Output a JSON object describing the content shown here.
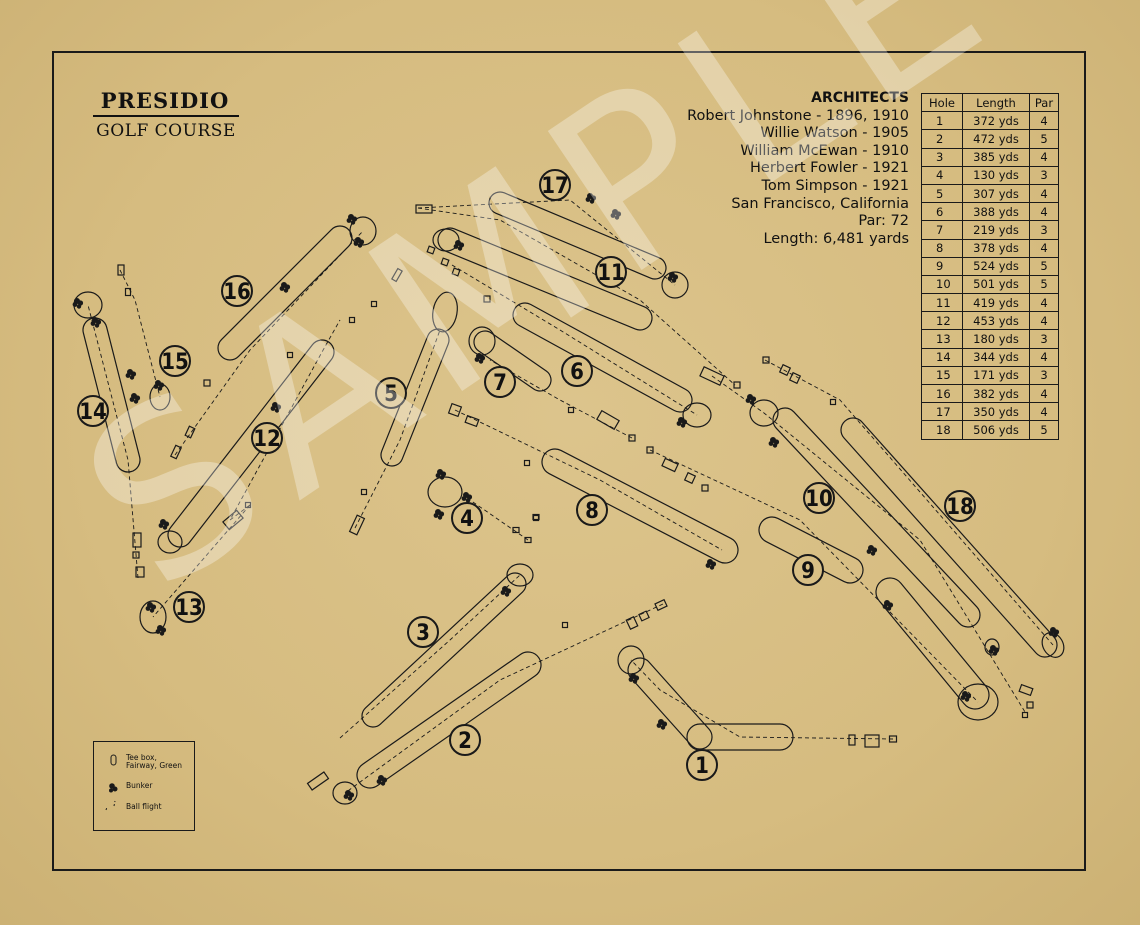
{
  "title": {
    "main": "PRESIDIO",
    "sub": "GOLF COURSE"
  },
  "architects": {
    "heading": "ARCHITECTS",
    "lines": [
      "Robert Johnstone  -  1896, 1910",
      "Willie Watson  -  1905",
      "William McEwan  -  1910",
      "Herbert Fowler  -  1921",
      "Tom Simpson  -  1921"
    ],
    "location": "San Francisco, California",
    "par": "Par: 72",
    "length": "Length: 6,481 yards"
  },
  "scorecard": {
    "headers": [
      "Hole",
      "Length",
      "Par"
    ],
    "rows": [
      [
        "1",
        "372 yds",
        "4"
      ],
      [
        "2",
        "472 yds",
        "5"
      ],
      [
        "3",
        "385 yds",
        "4"
      ],
      [
        "4",
        "130 yds",
        "3"
      ],
      [
        "5",
        "307 yds",
        "4"
      ],
      [
        "6",
        "388 yds",
        "4"
      ],
      [
        "7",
        "219 yds",
        "3"
      ],
      [
        "8",
        "378 yds",
        "4"
      ],
      [
        "9",
        "524 yds",
        "5"
      ],
      [
        "10",
        "501 yds",
        "5"
      ],
      [
        "11",
        "419 yds",
        "4"
      ],
      [
        "12",
        "453 yds",
        "4"
      ],
      [
        "13",
        "180 yds",
        "3"
      ],
      [
        "14",
        "344 yds",
        "4"
      ],
      [
        "15",
        "171 yds",
        "3"
      ],
      [
        "16",
        "382 yds",
        "4"
      ],
      [
        "17",
        "350 yds",
        "4"
      ],
      [
        "18",
        "506 yds",
        "5"
      ]
    ]
  },
  "legend": {
    "fairway": "Tee box, Fairway, Green",
    "bunker": "Bunker",
    "flight": "Ball flight"
  },
  "watermark": "SAMPLE",
  "hole_numbers": [
    "1",
    "2",
    "3",
    "4",
    "5",
    "6",
    "7",
    "8",
    "9",
    "10",
    "11",
    "12",
    "13",
    "14",
    "15",
    "16",
    "17",
    "18"
  ],
  "colors": {
    "paper": "#d8bf85",
    "ink": "#1a1a1a"
  }
}
